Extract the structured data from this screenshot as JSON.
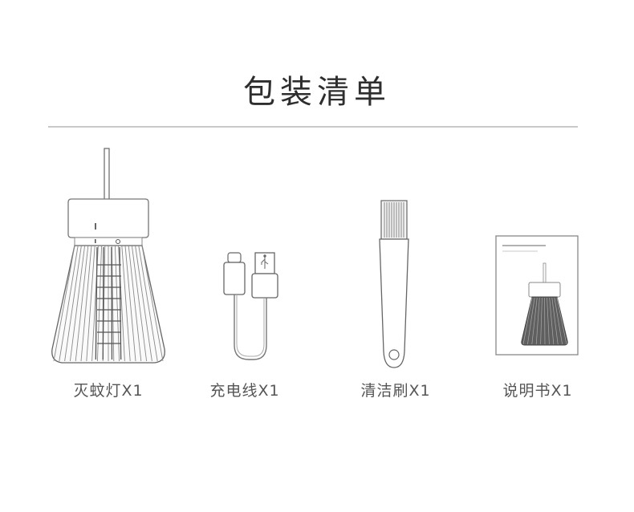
{
  "header": {
    "title": "包装清单"
  },
  "items": [
    {
      "label": "灭蚊灯X1",
      "icon": "mosquito-lamp-icon"
    },
    {
      "label": "充电线X1",
      "icon": "usb-cable-icon"
    },
    {
      "label": "清洁刷X1",
      "icon": "cleaning-brush-icon"
    },
    {
      "label": "说明书X1",
      "icon": "manual-icon"
    }
  ]
}
